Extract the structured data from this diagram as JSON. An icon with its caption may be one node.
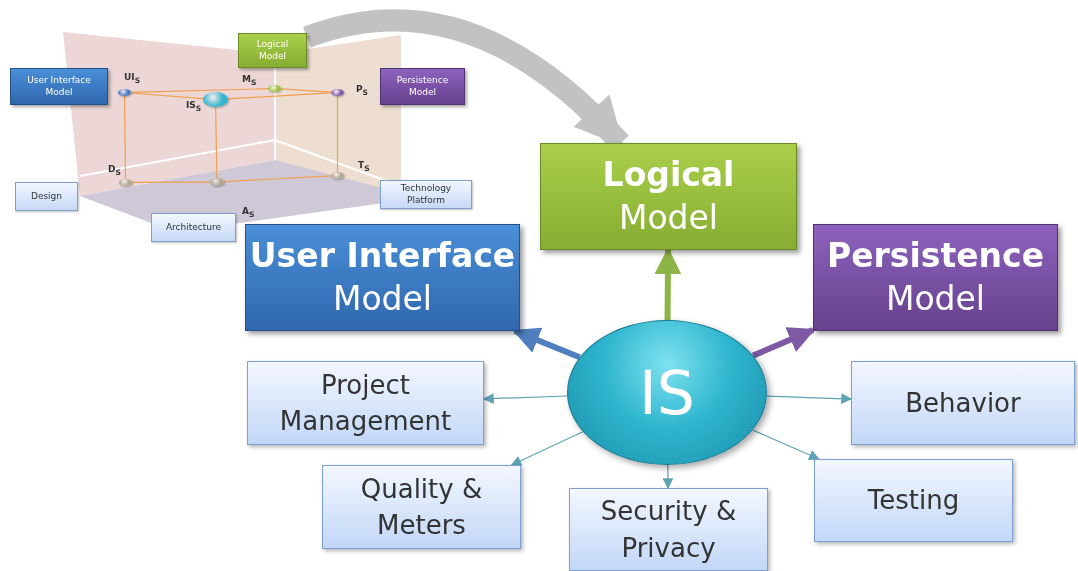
{
  "diagram": {
    "nodes": [
      {
        "text": [
          "User Interface Model"
        ]
      },
      {
        "text": [
          "Logical Model"
        ]
      },
      {
        "text": [
          "Persistence Model"
        ]
      },
      {
        "text": [
          "Design"
        ]
      },
      {
        "text": [
          "Technology Platform"
        ]
      },
      {
        "text": [
          "Architecture"
        ]
      },
      {
        "text": [],
        "shape": "circle"
      },
      {
        "text": [],
        "shape": "circle"
      },
      {
        "text": [],
        "shape": "circle"
      },
      {
        "text": [],
        "shape": "circle"
      },
      {
        "text": [],
        "shape": "circle"
      },
      {
        "text": [],
        "shape": "circle"
      },
      {
        "text": [],
        "shape": "circle"
      },
      {
        "text": [
          "Logical",
          "Model"
        ]
      },
      {
        "text": [
          "User Interface",
          "Model"
        ]
      },
      {
        "text": [
          "Persistence",
          "Model"
        ]
      },
      {
        "text": [
          "IS"
        ]
      },
      {
        "text": [
          "Project Management"
        ]
      },
      {
        "text": [
          "Behavior"
        ]
      },
      {
        "text": [
          "Quality & Meters"
        ]
      },
      {
        "text": [
          "Testing"
        ]
      },
      {
        "text": [
          "Security & Privacy"
        ]
      }
    ],
    "edges": [
      {
        "from": 1,
        "to": 13,
        "arrow": "to",
        "style": "thick",
        "color": "#b8b8b8"
      },
      {
        "from": 6,
        "to": 7,
        "arrow": "none"
      },
      {
        "from": 7,
        "to": 8,
        "arrow": "none"
      },
      {
        "from": 6,
        "to": 9,
        "arrow": "none"
      },
      {
        "from": 9,
        "to": 8,
        "arrow": "none"
      },
      {
        "from": 6,
        "to": 10,
        "arrow": "none"
      },
      {
        "from": 9,
        "to": 12,
        "arrow": "none"
      },
      {
        "from": 8,
        "to": 11,
        "arrow": "none"
      },
      {
        "from": 10,
        "to": 12,
        "arrow": "none"
      },
      {
        "from": 12,
        "to": 11,
        "arrow": "none"
      },
      {
        "from": 16,
        "to": 13,
        "arrow": "to",
        "style": "thick",
        "color": "#8db446"
      },
      {
        "from": 16,
        "to": 14,
        "arrow": "to",
        "style": "thick",
        "color": "#4f7fbf"
      },
      {
        "from": 16,
        "to": 15,
        "arrow": "to",
        "style": "thick",
        "color": "#7e5aa6"
      },
      {
        "from": 16,
        "to": 17,
        "arrow": "to",
        "color": "#5ea3b4"
      },
      {
        "from": 16,
        "to": 18,
        "arrow": "to",
        "color": "#5ea3b4"
      },
      {
        "from": 16,
        "to": 19,
        "arrow": "to",
        "color": "#5ea3b4"
      },
      {
        "from": 16,
        "to": 20,
        "arrow": "to",
        "color": "#5ea3b4"
      },
      {
        "from": 16,
        "to": 21,
        "arrow": "to",
        "color": "#5ea3b4"
      }
    ],
    "labels": [
      "UI$_{S}$",
      "M$_{S}$",
      "P$_{S}$",
      "IS$_{S}$",
      "T$_{S}$",
      "D$_{S}$",
      "A$_{S}$"
    ]
  }
}
